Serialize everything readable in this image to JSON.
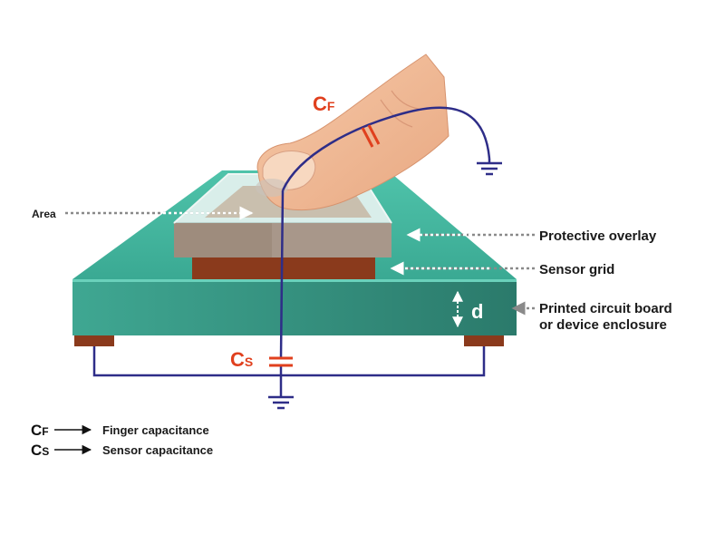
{
  "labels": {
    "area": "Area",
    "protective_overlay": "Protective overlay",
    "sensor_grid": "Sensor grid",
    "pcb_line1": "Printed circuit board",
    "pcb_line2": "or device enclosure",
    "thickness": "d"
  },
  "capacitors": {
    "finger": {
      "letter": "C",
      "subscript": "F"
    },
    "sensor": {
      "letter": "C",
      "subscript": "S"
    }
  },
  "legend": [
    {
      "letter": "C",
      "subscript": "F",
      "text": "Finger capacitance"
    },
    {
      "letter": "C",
      "subscript": "S",
      "text": "Sensor capacitance"
    }
  ],
  "colors": {
    "board_top": "#3fb39b",
    "board_front": "#2d8a78",
    "sensor_grid": "#8a3a1c",
    "overlay": "#b9a89a",
    "wire": "#2e2d88",
    "capacitor": "#e0401e",
    "arrow": "#8a8a8a"
  },
  "icons": [
    "finger-illustration",
    "ground-icon",
    "capacitor-icon",
    "double-arrow-icon"
  ]
}
